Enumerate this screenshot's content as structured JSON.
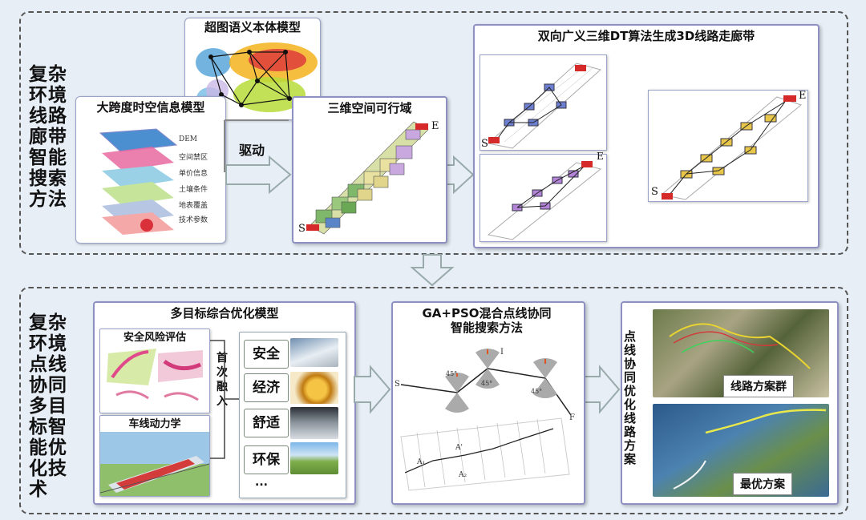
{
  "top_section": {
    "side_label": "复杂环境线路廊带智能搜索方法",
    "hypergraph_title": "超图语义本体模型",
    "spacetime_title": "大跨度时空信息模型",
    "spacetime_layers": [
      "DEM",
      "空间禁区",
      "单价信息",
      "土壤条件",
      "地表覆盖",
      "技术参数"
    ],
    "drive_label": "驱动",
    "feasible_title": "三维空间可行域",
    "dt_title": "双向广义三维DT算法生成3D线路走廊带",
    "start_label": "S",
    "end_label": "E"
  },
  "bottom_section": {
    "side_label": "复杂环境点线协同多目标智能优化技术",
    "multi_title": "多目标综合优化模型",
    "risk_title": "安全风险评估",
    "dynamics_title": "车线动力学",
    "fusion_label": "首次融入",
    "objectives": [
      "安全",
      "经济",
      "舒适",
      "环保",
      "..."
    ],
    "gapso_title_1": "GA+PSO混合点线协同",
    "gapso_title_2": "智能搜索方法",
    "angle_label": "45°",
    "result_title": "点线协同优化线路方案",
    "result_group_label": "线路方案群",
    "result_best_label": "最优方案",
    "point_labels": [
      "S",
      "I",
      "F",
      "A₁",
      "A'",
      "A₂"
    ]
  }
}
